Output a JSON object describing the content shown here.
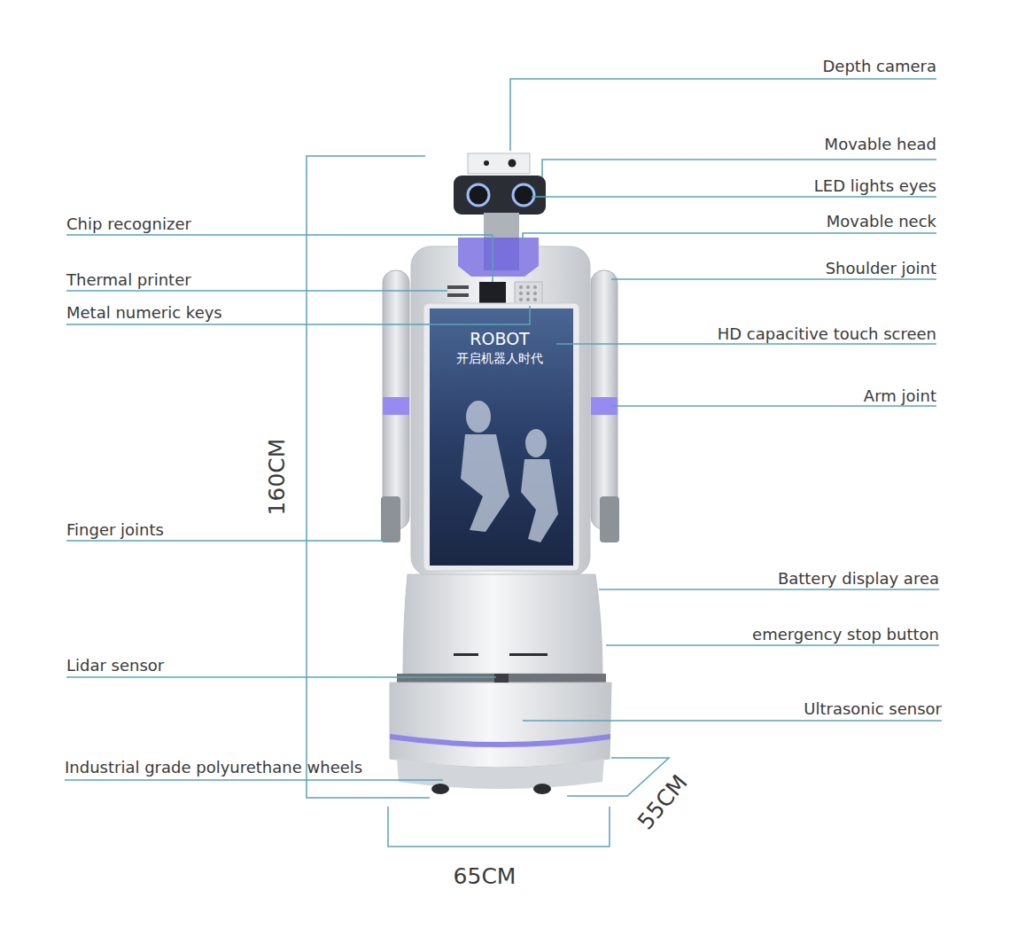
{
  "diagram": {
    "labels": [
      "Depth camera",
      "Movable head",
      "LED lights eyes",
      "Movable neck",
      "Shoulder joint",
      "HD capacitive touch screen",
      "Arm joint",
      "Battery display area",
      "emergency stop button",
      "Ultrasonic sensor",
      "Chip recognizer",
      "Thermal printer",
      "Metal numeric keys",
      "Finger joints",
      "Lidar sensor",
      "Industrial grade polyurethane wheels",
      "160CM",
      "65CM",
      "55CM",
      "ROBOT",
      "开启机器人时代"
    ]
  }
}
